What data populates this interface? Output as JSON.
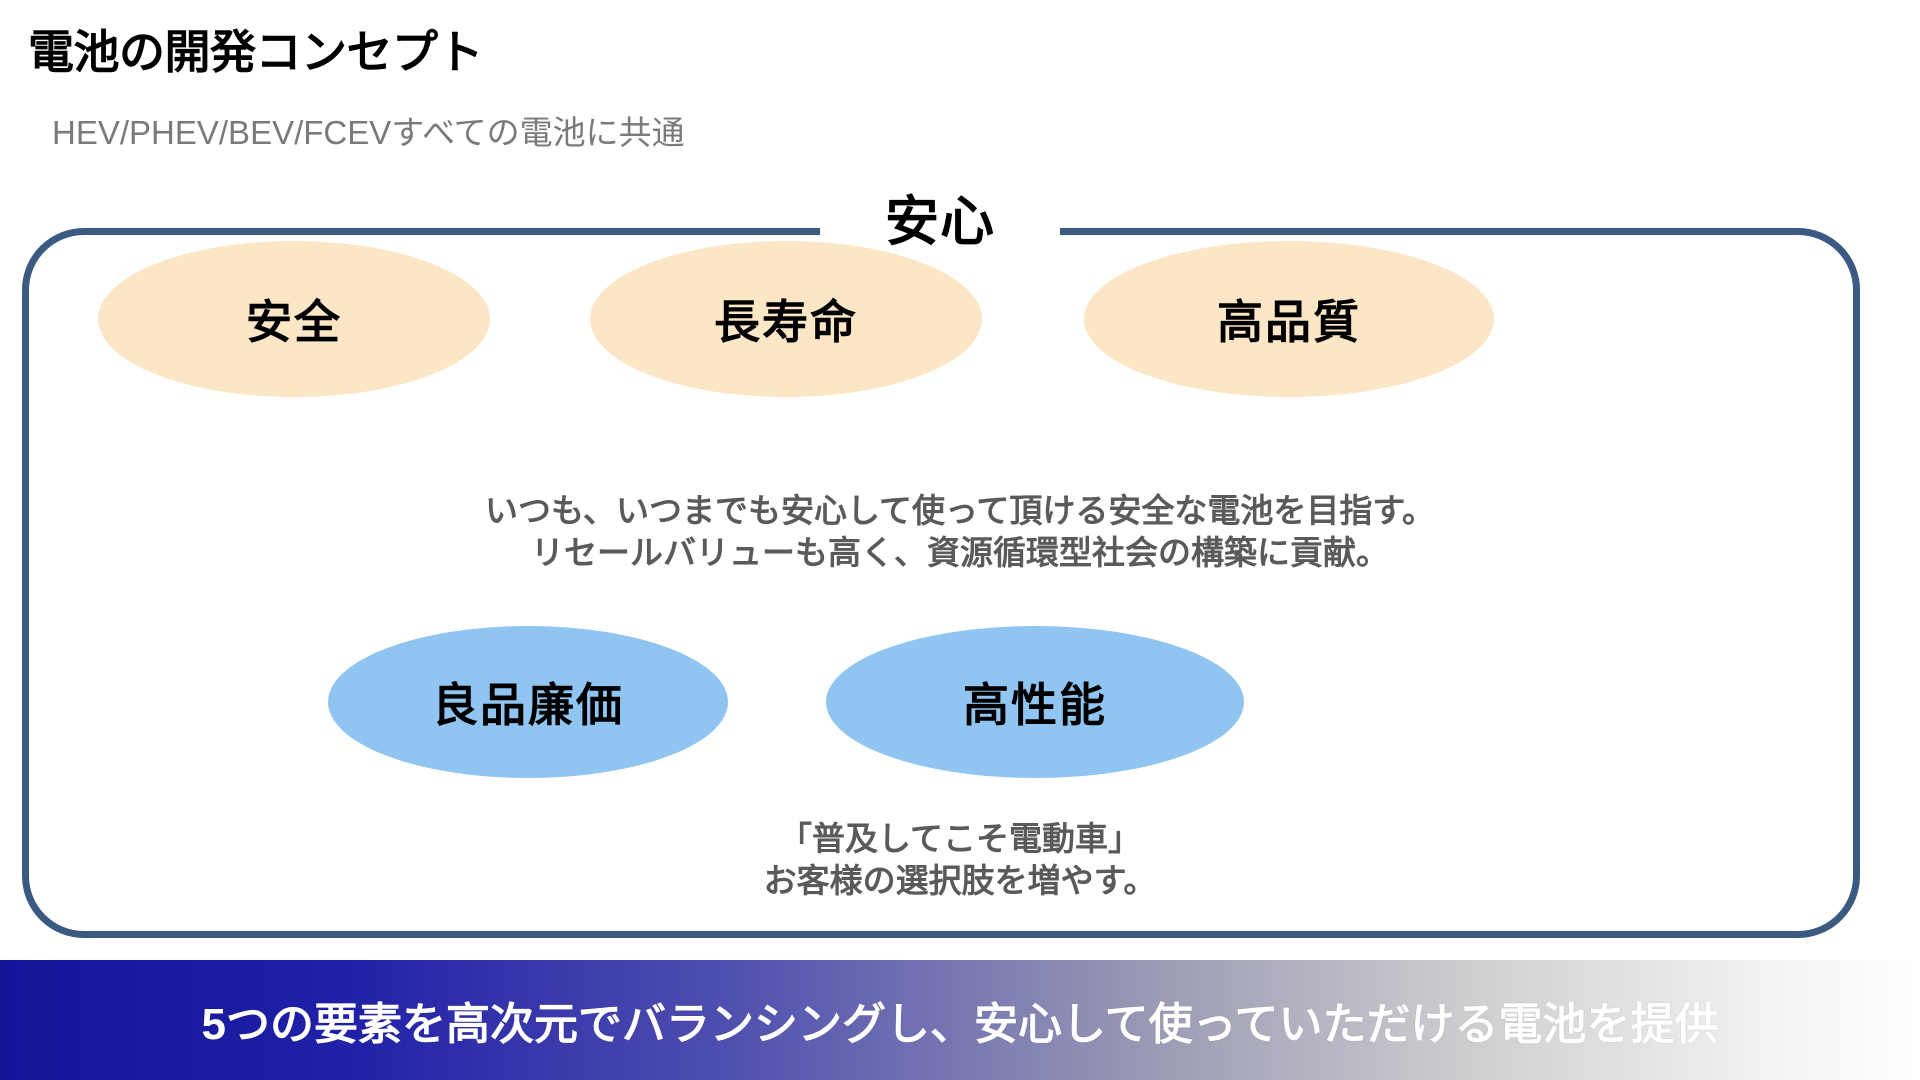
{
  "header": {
    "title": "電池の開発コンセプト",
    "subtitle": "HEV/PHEV/BEV/FCEVすべての電池に共通"
  },
  "frame": {
    "badge_label": "安心",
    "border_color": "#3A5A82"
  },
  "groups": {
    "warm": {
      "fill_color": "#FBE6C5",
      "items": [
        {
          "label": "安全"
        },
        {
          "label": "長寿命"
        },
        {
          "label": "高品質"
        }
      ],
      "caption": {
        "line1": "いつも、いつまでも安心して使って頂ける安全な電池を目指す。",
        "line2": "リセールバリューも高く、資源循環型社会の構築に貢献。"
      }
    },
    "cool": {
      "fill_color": "#8FC5F0",
      "items": [
        {
          "label": "良品廉価"
        },
        {
          "label": "高性能"
        }
      ],
      "caption": {
        "line1": "「普及してこそ電動車」",
        "line2": "お客様の選択肢を増やす。"
      }
    }
  },
  "banner": {
    "text": "5つの要素を高次元でバランシングし、安心して使っていただける電池を提供",
    "gradient_start": "#141499",
    "gradient_end": "#FFFFFF",
    "text_color": "#FFFFFF"
  }
}
